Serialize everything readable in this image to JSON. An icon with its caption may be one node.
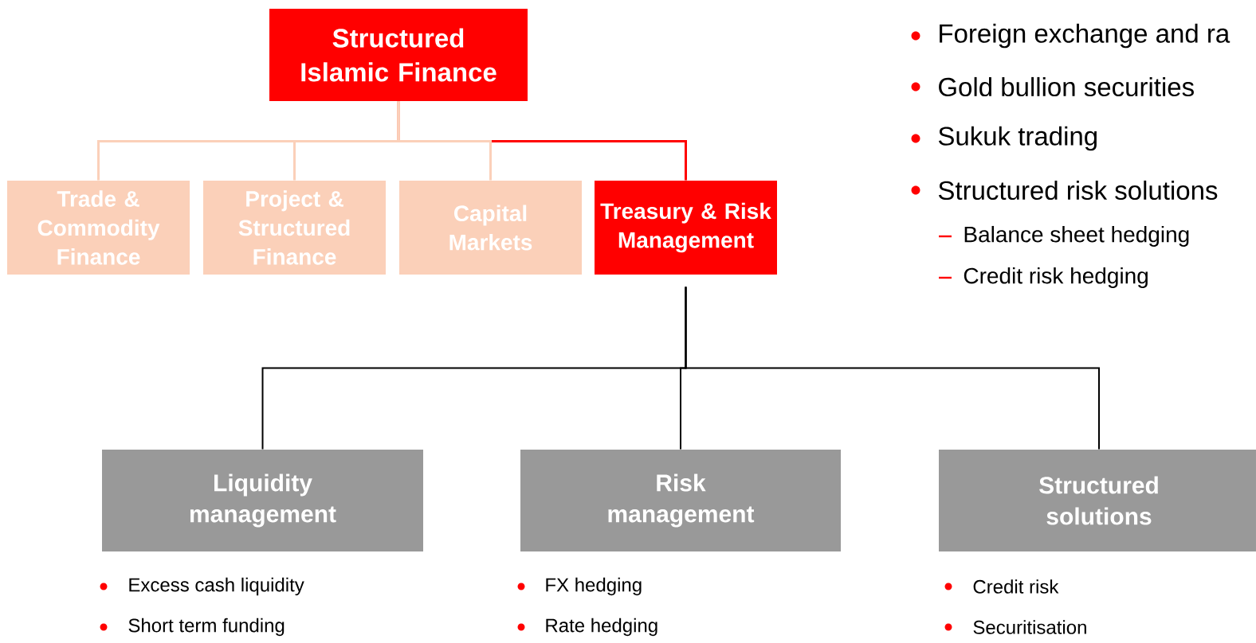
{
  "diagram": {
    "nodes": [
      {
        "text": [
          "Structured Islamic Finance"
        ]
      },
      {
        "text": [
          "Trade & Commodity Finance"
        ]
      },
      {
        "text": [
          "Project & Structured Finance"
        ]
      },
      {
        "text": [
          "Capital Markets"
        ]
      },
      {
        "text": [
          "Treasury & Risk Management"
        ]
      },
      {
        "text": [
          "Liquidity management"
        ],
        "beside": [
          "Excess cash liquidity",
          "Short term funding"
        ]
      },
      {
        "text": [
          "Risk management"
        ],
        "beside": [
          "FX hedging",
          "Rate hedging"
        ]
      },
      {
        "text": [
          "Structured solutions"
        ],
        "beside": [
          "Credit risk",
          "Securitisation"
        ]
      }
    ],
    "edges": [
      {
        "from": 0,
        "to": 1,
        "arrow": "none",
        "color": "#fbd0b9"
      },
      {
        "from": 0,
        "to": 2,
        "arrow": "none",
        "color": "#fbd0b9"
      },
      {
        "from": 0,
        "to": 3,
        "arrow": "none",
        "color": "#fbd0b9"
      },
      {
        "from": 0,
        "to": 4,
        "arrow": "none",
        "color": "#ff0000"
      },
      {
        "from": 4,
        "to": 5,
        "arrow": "none",
        "color": "#000000"
      },
      {
        "from": 4,
        "to": 6,
        "arrow": "none",
        "color": "#000000"
      },
      {
        "from": 4,
        "to": 7,
        "arrow": "none",
        "color": "#000000"
      }
    ],
    "labels": [
      "Foreign exchange and ra",
      "Gold bullion securities",
      "Sukuk trading",
      "Structured risk solutions",
      "Balance sheet hedging",
      "Credit risk hedging"
    ]
  }
}
